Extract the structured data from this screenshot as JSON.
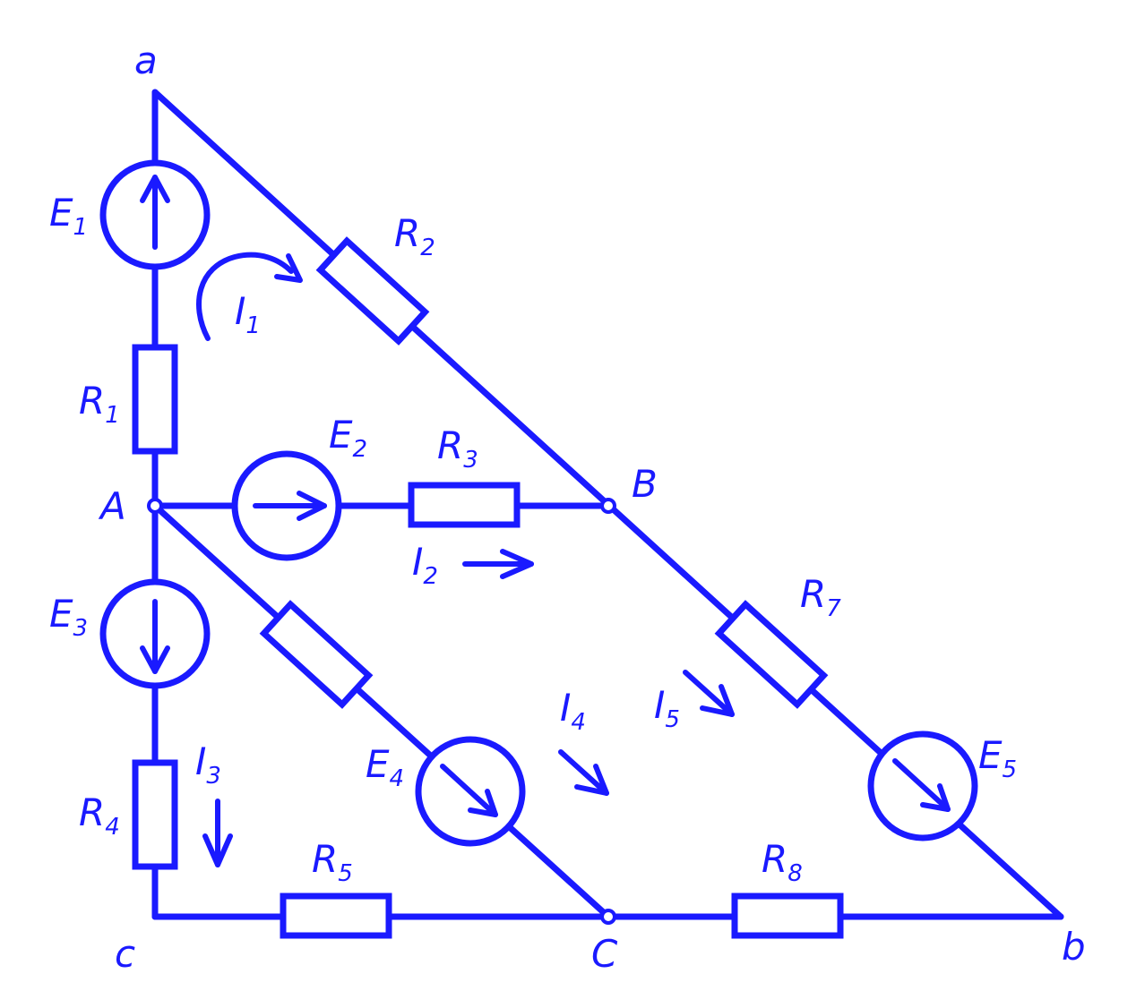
{
  "colors": {
    "stroke": "#1a1aff",
    "background": "#ffffff"
  },
  "nodes": {
    "a": "a",
    "A": "A",
    "B": "B",
    "C": "C",
    "b": "b",
    "c": "c"
  },
  "resistors": [
    {
      "id": "R1",
      "letter": "R",
      "index": "1"
    },
    {
      "id": "R2",
      "letter": "R",
      "index": "2"
    },
    {
      "id": "R3",
      "letter": "R",
      "index": "3"
    },
    {
      "id": "R4",
      "letter": "R",
      "index": "4"
    },
    {
      "id": "R5",
      "letter": "R",
      "index": "5"
    },
    {
      "id": "R7",
      "letter": "R",
      "index": "7"
    },
    {
      "id": "R8",
      "letter": "R",
      "index": "8"
    }
  ],
  "sources": [
    {
      "id": "E1",
      "letter": "E",
      "index": "1"
    },
    {
      "id": "E2",
      "letter": "E",
      "index": "2"
    },
    {
      "id": "E3",
      "letter": "E",
      "index": "3"
    },
    {
      "id": "E4",
      "letter": "E",
      "index": "4"
    },
    {
      "id": "E5",
      "letter": "E",
      "index": "5"
    }
  ],
  "currents": [
    {
      "id": "I1",
      "letter": "I",
      "index": "1"
    },
    {
      "id": "I2",
      "letter": "I",
      "index": "2"
    },
    {
      "id": "I3",
      "letter": "I",
      "index": "3"
    },
    {
      "id": "I4",
      "letter": "I",
      "index": "4"
    },
    {
      "id": "I5",
      "letter": "I",
      "index": "5"
    }
  ]
}
